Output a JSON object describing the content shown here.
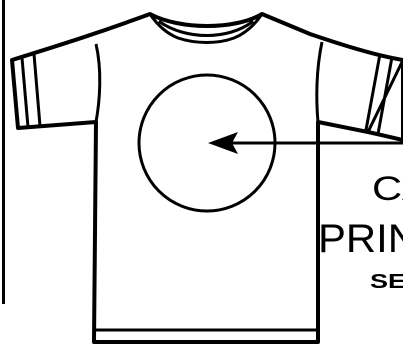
{
  "illustration": {
    "subject": "t-shirt-icon",
    "ink_color": "#000000",
    "paper_color": "#ffffff"
  },
  "callout": {
    "line1": "CA",
    "line2": "PRIN",
    "line3": "SE"
  }
}
